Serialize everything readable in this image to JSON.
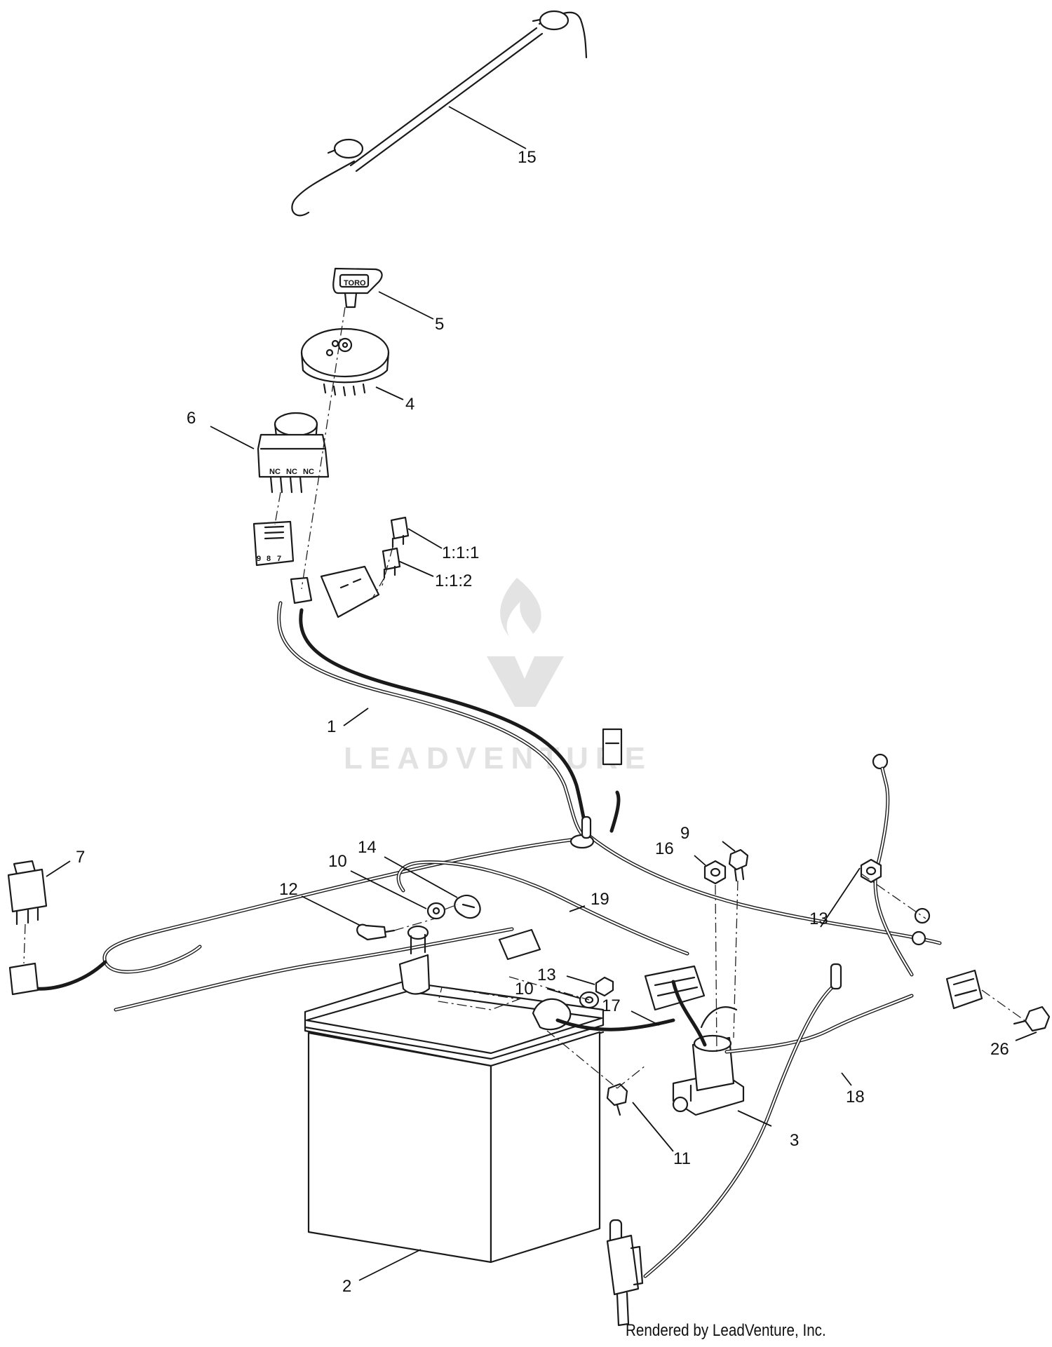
{
  "diagram": {
    "callouts": [
      {
        "id": "15",
        "label": "15"
      },
      {
        "id": "5",
        "label": "5"
      },
      {
        "id": "4",
        "label": "4"
      },
      {
        "id": "6",
        "label": "6"
      },
      {
        "id": "1-1-1",
        "label": "1:1:1"
      },
      {
        "id": "1-1-2",
        "label": "1:1:2"
      },
      {
        "id": "1",
        "label": "1"
      },
      {
        "id": "7",
        "label": "7"
      },
      {
        "id": "9",
        "label": "9"
      },
      {
        "id": "16",
        "label": "16"
      },
      {
        "id": "14",
        "label": "14"
      },
      {
        "id": "10a",
        "label": "10"
      },
      {
        "id": "12",
        "label": "12"
      },
      {
        "id": "19",
        "label": "19"
      },
      {
        "id": "13a",
        "label": "13"
      },
      {
        "id": "13b",
        "label": "13"
      },
      {
        "id": "10b",
        "label": "10"
      },
      {
        "id": "17",
        "label": "17"
      },
      {
        "id": "26",
        "label": "26"
      },
      {
        "id": "18",
        "label": "18"
      },
      {
        "id": "3",
        "label": "3"
      },
      {
        "id": "11",
        "label": "11"
      },
      {
        "id": "2",
        "label": "2"
      }
    ],
    "key_brand": "TORO",
    "switch_markings": [
      "NC",
      "NC",
      "NC"
    ],
    "plug_pin_numbers": [
      "9",
      "8",
      "7"
    ]
  },
  "watermark": {
    "text": "LEADVENTURE"
  },
  "credit": "Rendered by LeadVenture, Inc."
}
